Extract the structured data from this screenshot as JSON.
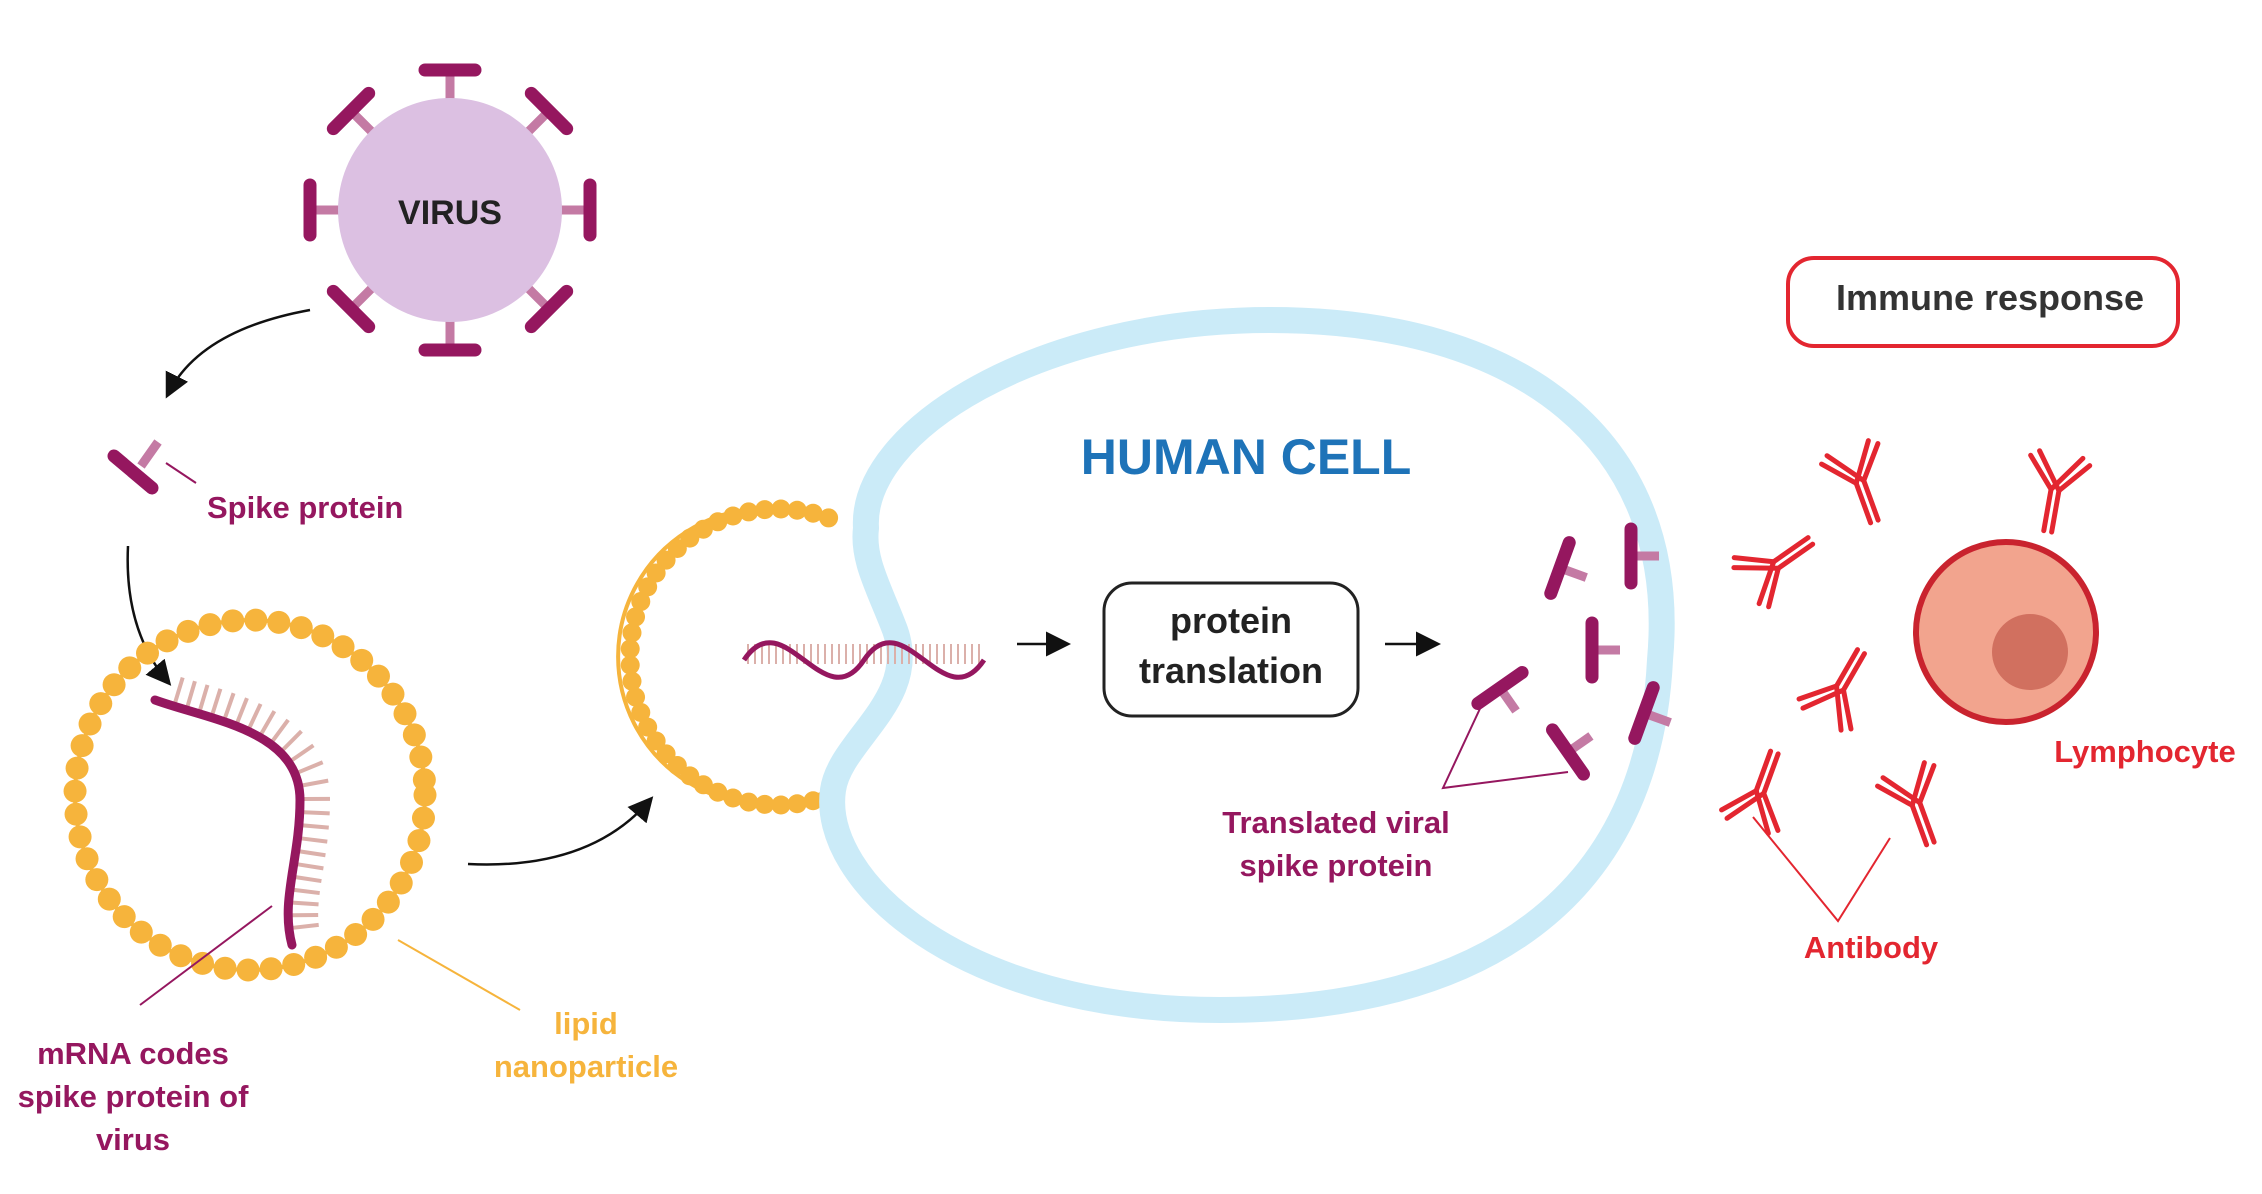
{
  "labels": {
    "virus": "VIRUS",
    "spike_protein": "Spike protein",
    "mrna_line1": "mRNA codes",
    "mrna_line2": "spike protein of",
    "mrna_line3": "virus",
    "lipid_line1": "lipid",
    "lipid_line2": "nanoparticle",
    "human_cell": "HUMAN CELL",
    "translation_line1": "protein",
    "translation_line2": "translation",
    "translated_line1": "Translated viral",
    "translated_line2": "spike protein",
    "immune_response": "Immune response",
    "lymphocyte": "Lymphocyte",
    "antibody": "Antibody"
  },
  "colors": {
    "spike": "#95175f",
    "spike_stem": "#c47aa4",
    "virus_fill": "#dcc0e2",
    "lipid": "#f6b43c",
    "cell_membrane": "#cbebf8",
    "cell_title": "#1e73b8",
    "immune": "#e32630",
    "lymphocyte_fill": "#f2a48e",
    "nucleus_fill": "#d1705f",
    "mrna_ticks": "#dbb0aa",
    "text_dark": "#222222",
    "arrow": "#111111"
  }
}
